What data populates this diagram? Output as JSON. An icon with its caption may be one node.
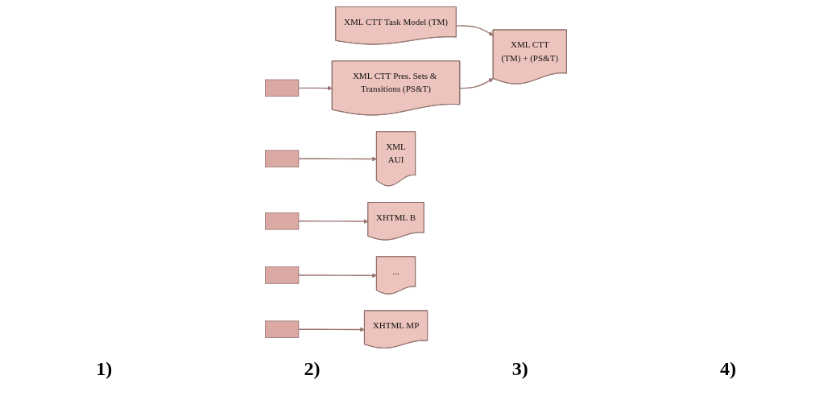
{
  "diagram": {
    "nodes": [
      {
        "text": [
          "XML CTT Task Model (TM)"
        ]
      },
      {
        "text": [],
        "shape": "bar"
      },
      {
        "text": [
          "XML CTT Pres. Sets & Transitions (PS&T)"
        ]
      },
      {
        "text": [
          "XML CTT",
          "(TM) + (PS&T)"
        ]
      },
      {
        "text": [],
        "shape": "bar"
      },
      {
        "text": [
          "XML",
          "AUI"
        ]
      },
      {
        "text": [],
        "shape": "bar"
      },
      {
        "text": [],
        "shape": "bar"
      },
      {
        "text": [],
        "shape": "bar"
      },
      {
        "text": [
          "XHTML B"
        ]
      },
      {
        "text": [
          "..."
        ]
      },
      {
        "text": [
          "XHTML MP"
        ]
      }
    ],
    "edges": [
      {
        "from": 1,
        "to": 2,
        "arrow": "to"
      },
      {
        "from": 0,
        "to": 3,
        "arrow": "to"
      },
      {
        "from": 2,
        "to": 3,
        "arrow": "to"
      },
      {
        "from": 4,
        "to": 5,
        "arrow": "to"
      },
      {
        "from": 6,
        "to": 9,
        "arrow": "to"
      },
      {
        "from": 7,
        "to": 10,
        "arrow": "to"
      },
      {
        "from": 8,
        "to": 11,
        "arrow": "to"
      }
    ],
    "labels": [
      "1)",
      "2)",
      "3)",
      "4)"
    ]
  }
}
